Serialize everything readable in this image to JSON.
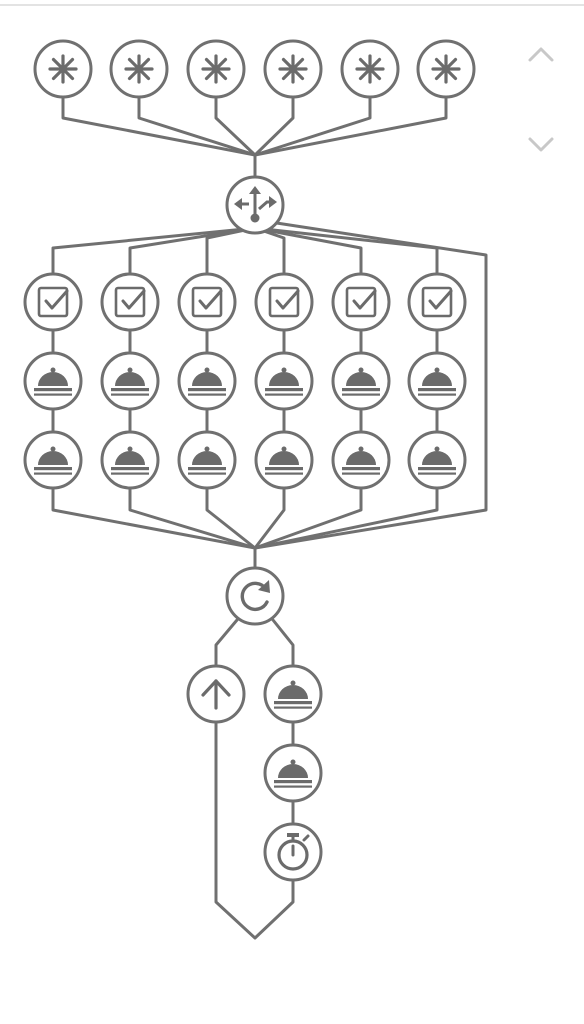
{
  "colors": {
    "stroke": "#707070",
    "icon": "#6b6b6b",
    "node_fill": "#ffffff",
    "scroll_chevron": "#c8c8c8",
    "top_border": "#e3e3e3"
  },
  "scroll": {
    "up_icon": "chevron-up-icon",
    "down_icon": "chevron-down-icon"
  },
  "diagram": {
    "nodes": [
      {
        "id": "n1",
        "icon": "asterisk"
      },
      {
        "id": "n2",
        "icon": "asterisk"
      },
      {
        "id": "n3",
        "icon": "asterisk"
      },
      {
        "id": "n4",
        "icon": "asterisk"
      },
      {
        "id": "n5",
        "icon": "asterisk"
      },
      {
        "id": "n6",
        "icon": "asterisk"
      },
      {
        "id": "split",
        "icon": "split-arrows"
      },
      {
        "id": "c1",
        "icon": "checkbox"
      },
      {
        "id": "c2",
        "icon": "checkbox"
      },
      {
        "id": "c3",
        "icon": "checkbox"
      },
      {
        "id": "c4",
        "icon": "checkbox"
      },
      {
        "id": "c5",
        "icon": "checkbox"
      },
      {
        "id": "c6",
        "icon": "checkbox"
      },
      {
        "id": "a1",
        "icon": "cloche"
      },
      {
        "id": "a2",
        "icon": "cloche"
      },
      {
        "id": "a3",
        "icon": "cloche"
      },
      {
        "id": "a4",
        "icon": "cloche"
      },
      {
        "id": "a5",
        "icon": "cloche"
      },
      {
        "id": "a6",
        "icon": "cloche"
      },
      {
        "id": "b1",
        "icon": "cloche"
      },
      {
        "id": "b2",
        "icon": "cloche"
      },
      {
        "id": "b3",
        "icon": "cloche"
      },
      {
        "id": "b4",
        "icon": "cloche"
      },
      {
        "id": "b5",
        "icon": "cloche"
      },
      {
        "id": "b6",
        "icon": "cloche"
      },
      {
        "id": "refresh",
        "icon": "refresh"
      },
      {
        "id": "up",
        "icon": "arrow-up"
      },
      {
        "id": "r1",
        "icon": "cloche"
      },
      {
        "id": "r2",
        "icon": "cloche"
      },
      {
        "id": "timer",
        "icon": "stopwatch"
      }
    ]
  }
}
